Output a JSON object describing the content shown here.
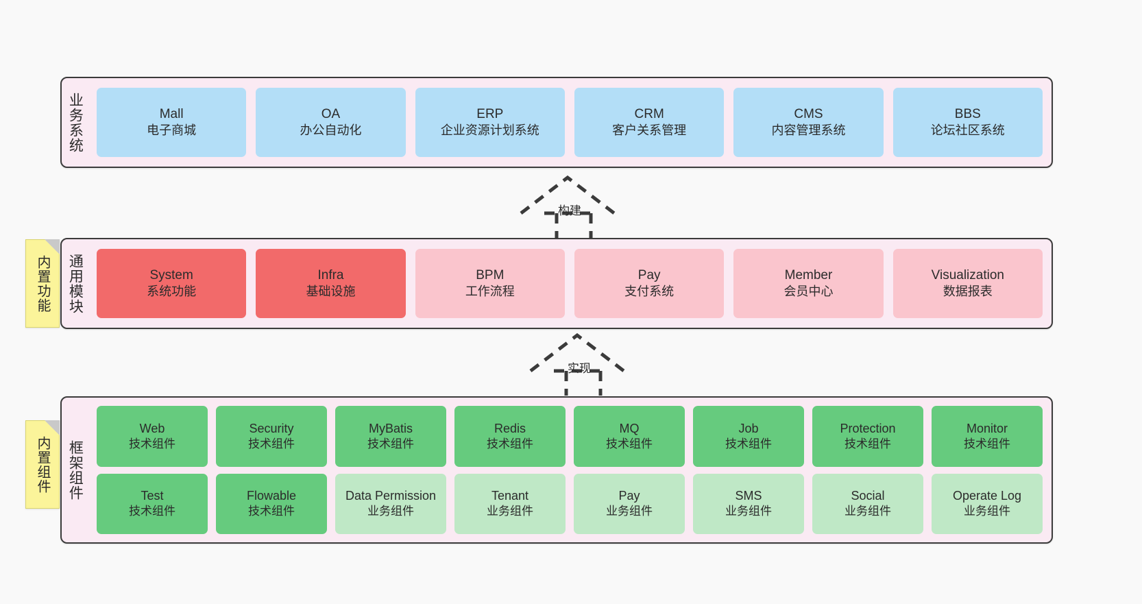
{
  "layers": {
    "business": {
      "title": "业务系统",
      "cards": [
        {
          "name": "Mall",
          "desc": "电子商城"
        },
        {
          "name": "OA",
          "desc": "办公自动化"
        },
        {
          "name": "ERP",
          "desc": "企业资源计划系统"
        },
        {
          "name": "CRM",
          "desc": "客户关系管理"
        },
        {
          "name": "CMS",
          "desc": "内容管理系统"
        },
        {
          "name": "BBS",
          "desc": "论坛社区系统"
        }
      ]
    },
    "modules": {
      "title": "通用模块",
      "cards": [
        {
          "name": "System",
          "desc": "系统功能"
        },
        {
          "name": "Infra",
          "desc": "基础设施"
        },
        {
          "name": "BPM",
          "desc": "工作流程"
        },
        {
          "name": "Pay",
          "desc": "支付系统"
        },
        {
          "name": "Member",
          "desc": "会员中心"
        },
        {
          "name": "Visualization",
          "desc": "数据报表"
        }
      ]
    },
    "framework": {
      "title": "框架组件",
      "row1": [
        {
          "name": "Web",
          "desc": "技术组件"
        },
        {
          "name": "Security",
          "desc": "技术组件"
        },
        {
          "name": "MyBatis",
          "desc": "技术组件"
        },
        {
          "name": "Redis",
          "desc": "技术组件"
        },
        {
          "name": "MQ",
          "desc": "技术组件"
        },
        {
          "name": "Job",
          "desc": "技术组件"
        },
        {
          "name": "Protection",
          "desc": "技术组件"
        },
        {
          "name": "Monitor",
          "desc": "技术组件"
        }
      ],
      "row2": [
        {
          "name": "Test",
          "desc": "技术组件"
        },
        {
          "name": "Flowable",
          "desc": "技术组件"
        },
        {
          "name": "Data Permission",
          "desc": "业务组件"
        },
        {
          "name": "Tenant",
          "desc": "业务组件"
        },
        {
          "name": "Pay",
          "desc": "业务组件"
        },
        {
          "name": "SMS",
          "desc": "业务组件"
        },
        {
          "name": "Social",
          "desc": "业务组件"
        },
        {
          "name": "Operate Log",
          "desc": "业务组件"
        }
      ]
    }
  },
  "notes": [
    {
      "label": "内置功能"
    },
    {
      "label": "内置组件"
    }
  ],
  "arrows": [
    {
      "label": "构建"
    },
    {
      "label": "实现"
    }
  ],
  "colors": {
    "layer_background": "#faeaf3",
    "layer_border": "#3b3b3b",
    "business_card": "#b3def7",
    "module_core_card": "#f26a6a",
    "module_card": "#fac5cd",
    "tech_component_card": "#66cb7e",
    "business_component_card": "#bfe8c6",
    "note_background": "#fbf49a",
    "canvas_background": "#f9f9f9"
  }
}
